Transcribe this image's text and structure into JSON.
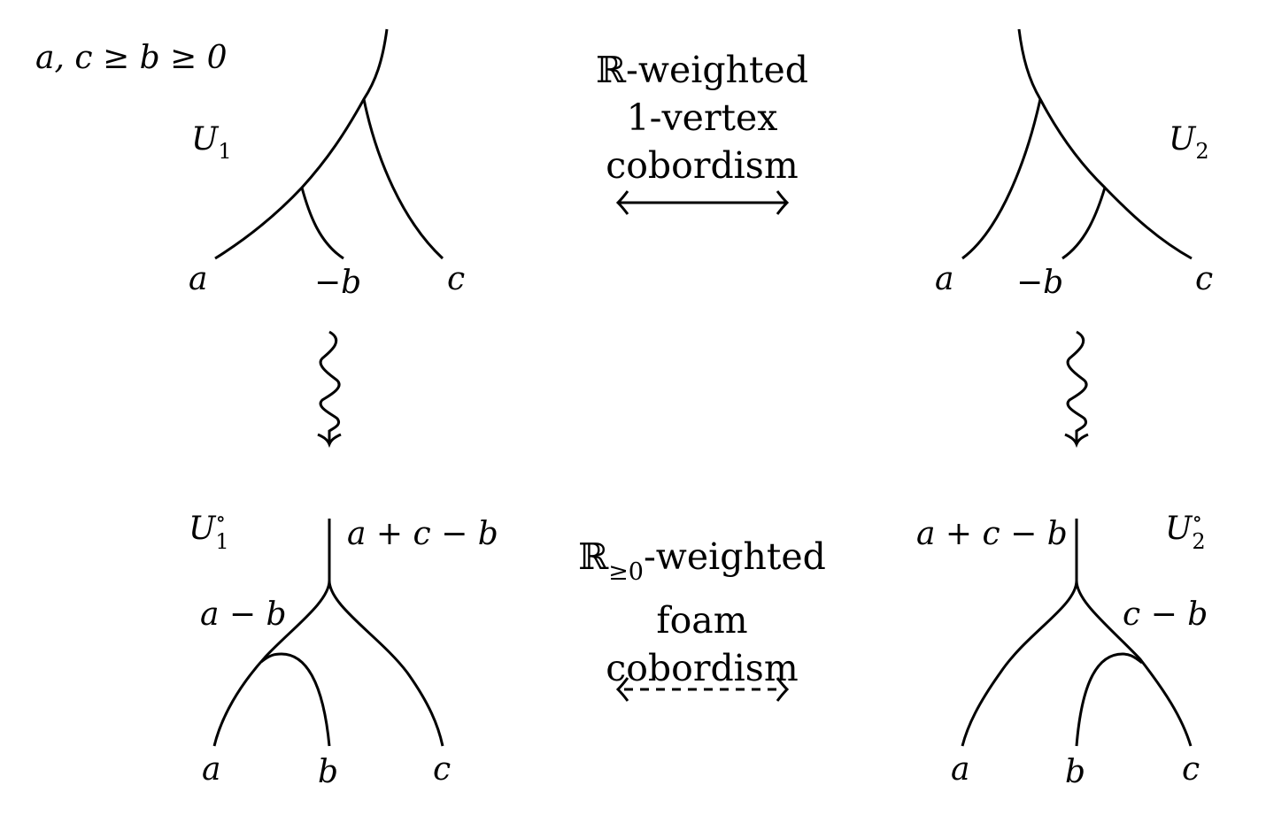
{
  "condition": "a, c ≥ b ≥ 0",
  "top_left": {
    "name": "U",
    "subscript": "1",
    "leaves": [
      "a",
      "−b",
      "c"
    ]
  },
  "top_right": {
    "name": "U",
    "subscript": "2",
    "leaves": [
      "a",
      "−b",
      "c"
    ]
  },
  "top_caption": {
    "line1_symbol": "ℝ",
    "line1_rest": "-weighted",
    "line2": "1-vertex",
    "line3": "cobordism",
    "arrow": "solid-double-arrow"
  },
  "bottom_left": {
    "name": "U",
    "superscript": "∘",
    "subscript": "1",
    "trunk_label": "a + c − b",
    "inner_label": "a − b",
    "leaves": [
      "a",
      "b",
      "c"
    ]
  },
  "bottom_right": {
    "name": "U",
    "superscript": "∘",
    "subscript": "2",
    "trunk_label": "a + c − b",
    "inner_label": "c − b",
    "leaves": [
      "a",
      "b",
      "c"
    ]
  },
  "bottom_caption": {
    "line1_symbol": "ℝ",
    "line1_sub": "≥0",
    "line1_rest": "-weighted",
    "line2": "foam",
    "line3": "cobordism",
    "arrow": "dashed-double-arrow"
  },
  "vertical_arrows": [
    "squiggly-down-arrow-left",
    "squiggly-down-arrow-right"
  ]
}
